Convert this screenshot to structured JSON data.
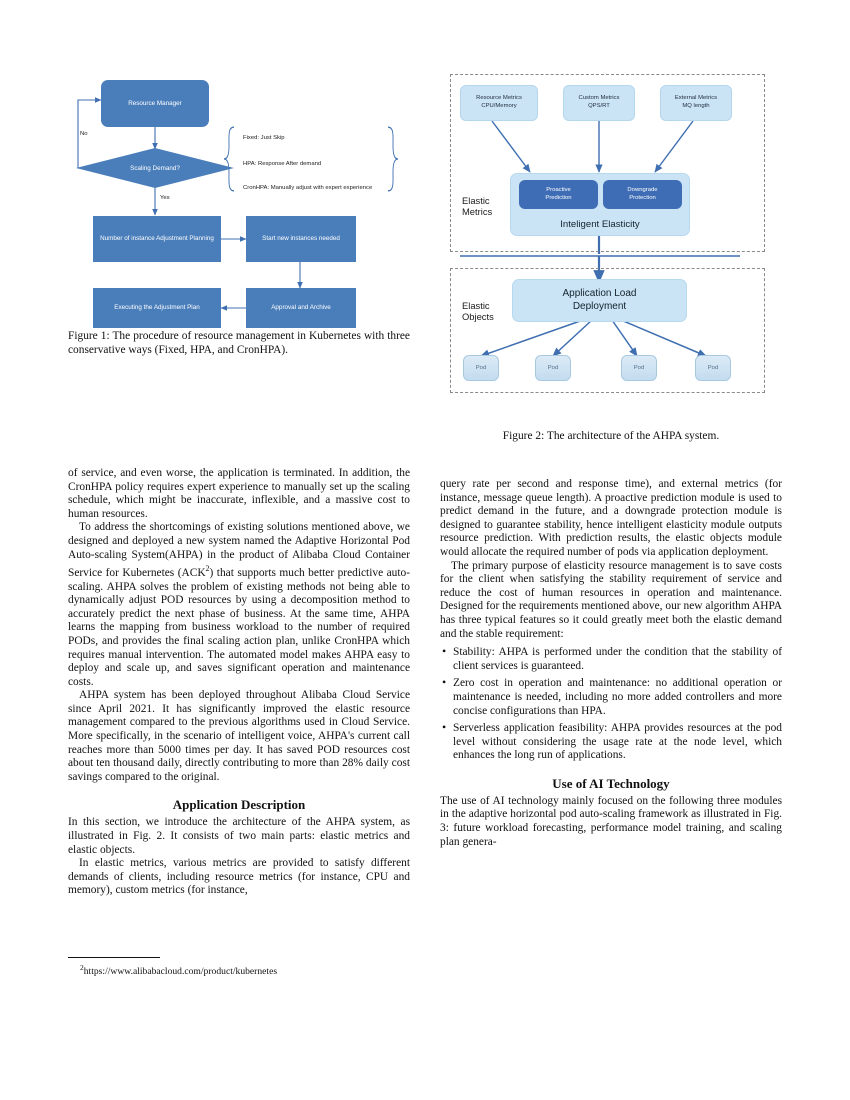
{
  "figure1": {
    "name": "figure-1-flowchart",
    "nodes": {
      "resource_manager": "Resource Manager",
      "scaling_demand": "Scaling Demand?",
      "planning": "Number of instance Adjustment Planning",
      "start_instances": "Start new instances needed",
      "executing": "Executing the Adjustment Plan",
      "approval": "Approval and Archive"
    },
    "edge_labels": {
      "no": "No",
      "yes": "Yes"
    },
    "notes": [
      "Fixed: Just Skip",
      "HPA: Response After demand",
      "CronHPA: Manually adjust with expert experience"
    ],
    "caption": "Figure 1: The procedure of resource management in Kubernetes with three conservative ways (Fixed, HPA, and CronHPA)."
  },
  "figure2": {
    "name": "figure-2-architecture",
    "group_labels": {
      "metrics": "Elastic\nMetrics",
      "objects": "Elastic\nObjects"
    },
    "metric_boxes": [
      "Resource Metrics\nCPU/Memory",
      "Custom Metrics\nQPS/RT",
      "External Metrics\nMQ length"
    ],
    "intelligent_elasticity": {
      "title": "Inteligent Elasticity",
      "sub": [
        "Proactive\nPrediction",
        "Downgrade\nProtection"
      ]
    },
    "application_load": "Application Load\nDeployment",
    "pods": [
      "Pod",
      "Pod",
      "Pod",
      "Pod"
    ],
    "caption": "Figure 2: The architecture of the AHPA system."
  },
  "left_column": {
    "p1": "of service, and even worse, the application is terminated. In addition, the CronHPA policy requires expert experience to manually set up the scaling schedule, which might be inaccurate, inflexible, and a massive cost to human resources.",
    "p2_a": "To address the shortcomings of existing solutions mentioned above, we designed and deployed a new system named the Adaptive Horizontal Pod Auto-scaling System(AHPA) in the product of Alibaba Cloud Container Service for Kubernetes (ACK",
    "p2_fn": "2",
    "p2_b": ") that supports much better predictive auto-scaling. AHPA solves the problem of existing methods not being able to dynamically adjust POD resources by using a decomposition method to accurately predict the next phase of business. At the same time, AHPA learns the mapping from business workload to the number of required PODs, and provides the final scaling action plan, unlike CronHPA which requires manual intervention. The automated model makes AHPA easy to deploy and scale up, and saves significant operation and maintenance costs.",
    "p3": "AHPA system has been deployed throughout Alibaba Cloud Service since April 2021. It has significantly improved the elastic resource management compared to the previous algorithms used in Cloud Service. More specifically, in the scenario of intelligent voice, AHPA's current call reaches more than 5000 times per day. It has saved POD resources cost about ten thousand daily, directly contributing to more than 28% daily cost savings compared to the original.",
    "heading": "Application Description",
    "p4": "In this section, we introduce the architecture of the AHPA system, as illustrated in Fig. 2. It consists of two main parts: elastic metrics and elastic objects.",
    "p5": "In elastic metrics, various metrics are provided to satisfy different demands of clients, including resource metrics (for instance, CPU and memory), custom metrics (for instance,"
  },
  "footnote": {
    "marker": "2",
    "text": "https://www.alibabacloud.com/product/kubernetes"
  },
  "right_column": {
    "p1": "query rate per second and response time), and external metrics (for instance, message queue length). A proactive prediction module is used to predict demand in the future, and a downgrade protection module is designed to guarantee stability, hence intelligent elasticity module outputs resource prediction. With prediction results, the elastic objects module would allocate the required number of pods via application deployment.",
    "p2": "The primary purpose of elasticity resource management is to save costs for the client when satisfying the stability requirement of service and reduce the cost of human resources in operation and maintenance. Designed for the requirements mentioned above, our new algorithm AHPA has three typical features so it could greatly meet both the elastic demand and the stable requirement:",
    "bullets": [
      "Stability: AHPA is performed under the condition that the stability of client services is guaranteed.",
      "Zero cost in operation and maintenance: no additional operation or maintenance is needed, including no more added controllers and more concise configurations than HPA.",
      "Serverless application feasibility: AHPA provides resources at the pod level without considering the usage rate at the node level, which enhances the long run of applications."
    ],
    "heading": "Use of AI Technology",
    "p3": "The use of AI technology mainly focused on the following three modules in the adaptive horizontal pod auto-scaling framework as illustrated in Fig. 3: future workload forecasting, performance model training, and scaling plan genera-"
  },
  "colors": {
    "flow_blue": "#4A7EBB",
    "light_blue": "#CBE4F5",
    "dark_blue": "#3E6DB5",
    "arrow_blue": "#3F6FB0",
    "dash_gray": "#8a8a8a"
  }
}
